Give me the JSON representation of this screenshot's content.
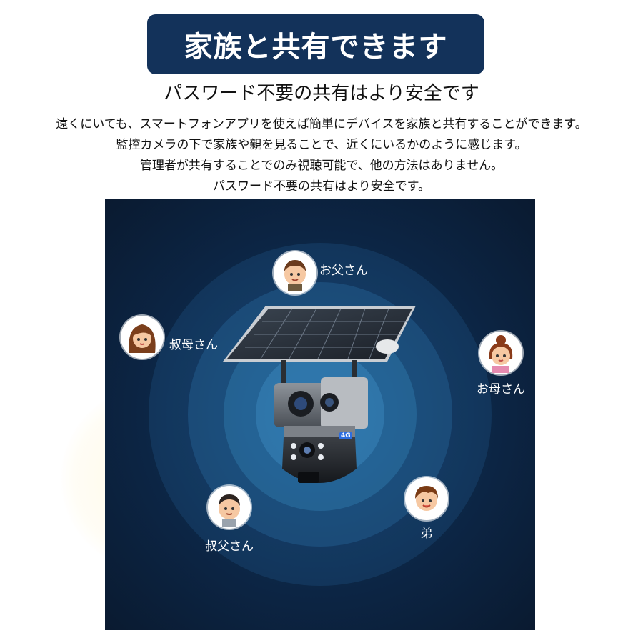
{
  "title": "家族と共有できます",
  "subtitle": "パスワード不要の共有はより安全です",
  "description": [
    "遠くにいても、スマートフォンアプリを使えば簡単にデバイスを家族と共有することができます。",
    "監控カメラの下で家族や親を見ることで、近くにいるかのように感じます。",
    "管理者が共有することでのみ視聴可能で、他の方法はありません。",
    "パスワード不要の共有はより安全です。"
  ],
  "people": [
    {
      "label": "お父さん",
      "icon": "father-avatar-icon"
    },
    {
      "label": "叔母さん",
      "icon": "aunt-avatar-icon"
    },
    {
      "label": "お母さん",
      "icon": "mother-avatar-icon"
    },
    {
      "label": "叔父さん",
      "icon": "uncle-avatar-icon"
    },
    {
      "label": "弟",
      "icon": "younger-brother-avatar-icon"
    }
  ],
  "camera_badge": "4G",
  "colors": {
    "title_bg": "#13325a",
    "panel_bg": "#0c2646"
  }
}
